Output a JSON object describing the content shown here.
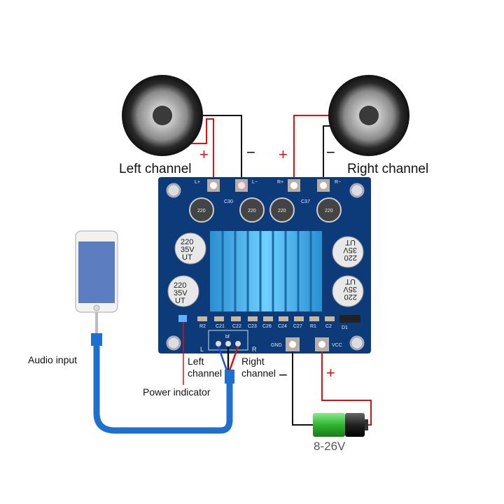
{
  "labels": {
    "left_channel": "Left channel",
    "right_channel": "Right channel",
    "audio_input": "Audio input",
    "power_indicator": "Power indicator",
    "left_channel_wire_1": "Left",
    "left_channel_wire_2": "channel",
    "right_channel_wire_1": "Right",
    "right_channel_wire_2": "channel",
    "voltage": "8-26V",
    "plus": "+",
    "minus": "−"
  },
  "board": {
    "terminals": [
      "L+",
      "L−",
      "R+",
      "R−"
    ],
    "power_terminals": [
      "GND",
      "VCC"
    ],
    "input_sides": [
      "L",
      "R"
    ],
    "input_marker": "bf",
    "components_top": [
      "C30",
      "C37"
    ],
    "components_bottom": [
      "R2",
      "C21",
      "C22",
      "C23",
      "C26",
      "C24",
      "C27",
      "R1",
      "C2",
      "D1"
    ],
    "capacitor_text": [
      "220",
      "35V",
      "UT"
    ],
    "inductor_text": "220"
  },
  "colors": {
    "board": "#0d3b7a",
    "heatsink": "#3aa8e0",
    "wire_positive": "#e01010",
    "wire_negative": "#111111",
    "cable": "#1f6fd0",
    "battery_green": "#3cc03c"
  }
}
